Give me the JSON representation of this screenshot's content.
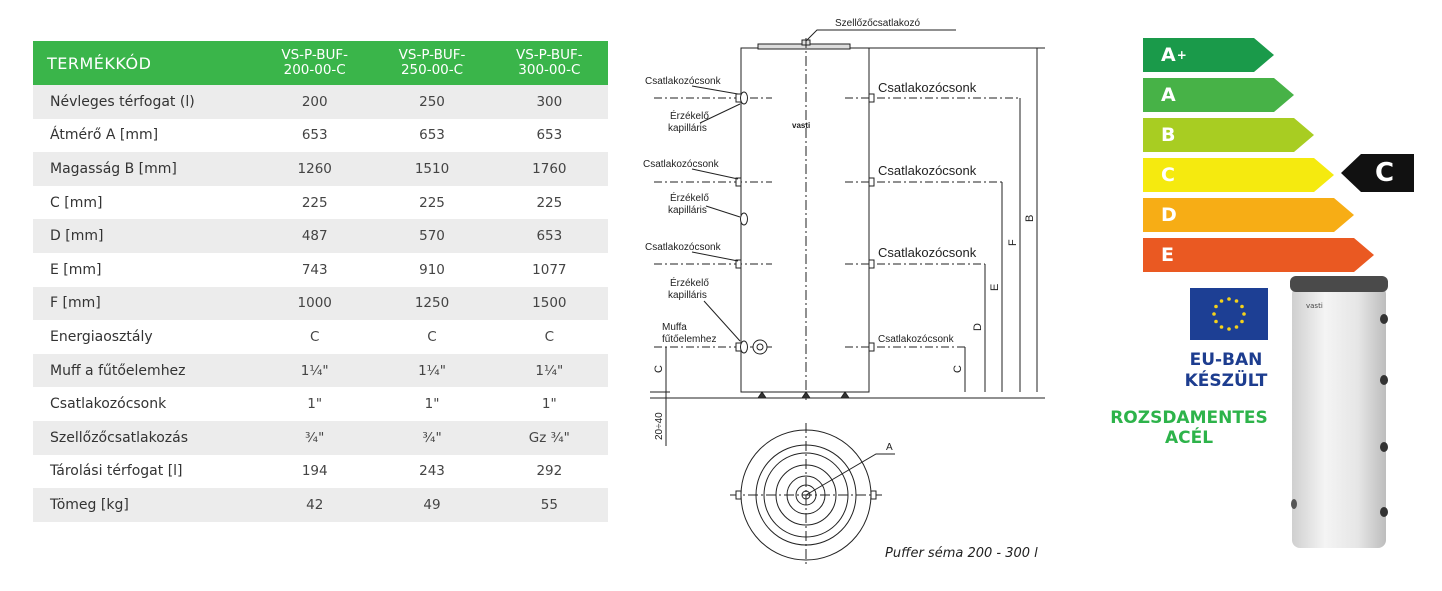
{
  "table": {
    "header_label": "TERMÉKKÓD",
    "columns": [
      "VS-P-BUF-\n200-00-C",
      "VS-P-BUF-\n250-00-C",
      "VS-P-BUF-\n300-00-C"
    ],
    "rows": [
      {
        "label": "Névleges térfogat (l)",
        "values": [
          "200",
          "250",
          "300"
        ]
      },
      {
        "label": "Átmérő  A [mm]",
        "values": [
          "653",
          "653",
          "653"
        ]
      },
      {
        "label": "Magasság B [mm]",
        "values": [
          "1260",
          "1510",
          "1760"
        ]
      },
      {
        "label": "C [mm]",
        "values": [
          "225",
          "225",
          "225"
        ]
      },
      {
        "label": "D [mm]",
        "values": [
          "487",
          "570",
          "653"
        ]
      },
      {
        "label": "E [mm]",
        "values": [
          "743",
          "910",
          "1077"
        ]
      },
      {
        "label": "F [mm]",
        "values": [
          "1000",
          "1250",
          "1500"
        ]
      },
      {
        "label": "Energiaosztály",
        "values": [
          "C",
          "C",
          "C"
        ]
      },
      {
        "label": "Muff a fűtőelemhez",
        "values": [
          "1¼\"",
          "1¼\"",
          "1¼\""
        ]
      },
      {
        "label": "Csatlakozócsonk",
        "values": [
          "1\"",
          "1\"",
          "1\""
        ]
      },
      {
        "label": "Szellőzőcsatlakozás",
        "values": [
          "¾\"",
          "¾\"",
          "Gz ¾\""
        ]
      },
      {
        "label": "Tárolási térfogat [l]",
        "values": [
          "194",
          "243",
          "292"
        ]
      },
      {
        "label": "Tömeg [kg]",
        "values": [
          "42",
          "49",
          "55"
        ]
      }
    ]
  },
  "drawing": {
    "vent_label": "Szellőzőcsatlakozó",
    "left_connector_label": "Csatlakozócsonk",
    "right_connector_label": "Csatlakozócsonk",
    "sensor_label_1": "Érzékelő",
    "sensor_label_2": "kapilláris",
    "muff_label_1": "Muffa",
    "muff_label_2": "fűtőelemhez",
    "brand": "vasti",
    "dim_a": "A",
    "dim_b": "B",
    "dim_c": "C",
    "dim_d": "D",
    "dim_e": "E",
    "dim_f": "F",
    "dim_feet": "20÷40",
    "caption": "Puffer séma 200 - 300 l"
  },
  "energy": {
    "classes": [
      {
        "letter": "A",
        "sup": "+",
        "color": "#1a9a4a"
      },
      {
        "letter": "A",
        "sup": "",
        "color": "#47b247"
      },
      {
        "letter": "B",
        "sup": "",
        "color": "#a8cd22"
      },
      {
        "letter": "C",
        "sup": "",
        "color": "#f5ea0f"
      },
      {
        "letter": "D",
        "sup": "",
        "color": "#f7ad15"
      },
      {
        "letter": "E",
        "sup": "",
        "color": "#ea5922"
      }
    ],
    "rating": "C",
    "eu_made": "EU-BAN\nKÉSZÜLT",
    "material": "ROZSDAMENTES\nACÉL",
    "tank_brand": "vasti"
  }
}
